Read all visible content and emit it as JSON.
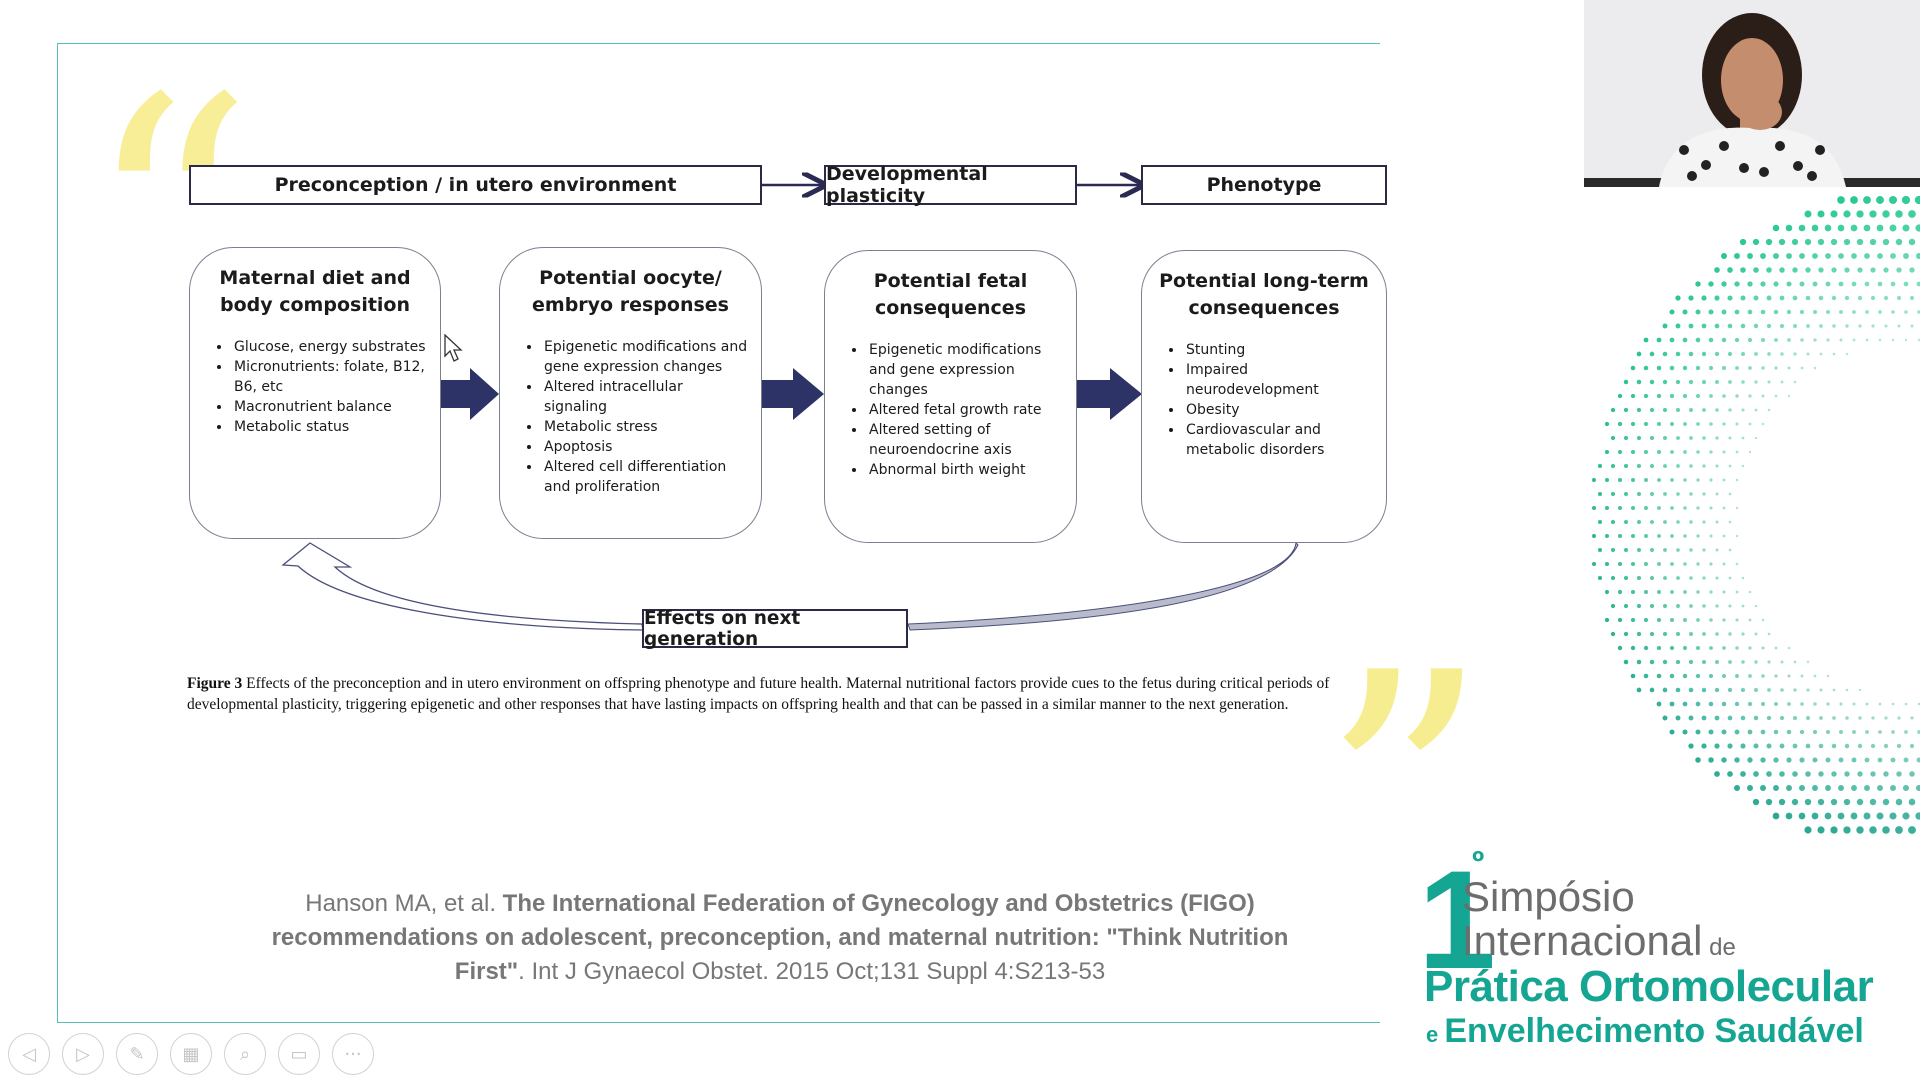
{
  "diagram": {
    "headers": {
      "preconception": "Preconception / in utero environment",
      "plasticity": "Developmental plasticity",
      "phenotype": "Phenotype"
    },
    "panels": [
      {
        "title_line1": "Maternal diet and",
        "title_line2": "body composition",
        "items": [
          "Glucose, energy substrates",
          "Micronutrients: folate, B12, B6, etc",
          "Macronutrient balance",
          "Metabolic status"
        ]
      },
      {
        "title_line1": "Potential oocyte/",
        "title_line2": "embryo responses",
        "items": [
          "Epigenetic modifications and gene expression changes",
          "Altered intracellular signaling",
          "Metabolic stress",
          "Apoptosis",
          "Altered cell differentiation and proliferation"
        ]
      },
      {
        "title_line1": "Potential fetal",
        "title_line2": "consequences",
        "items": [
          "Epigenetic modifications and gene expression changes",
          "Altered fetal growth rate",
          "Altered setting of neuroendocrine axis",
          "Abnormal birth weight"
        ]
      },
      {
        "title_line1": "Potential long-term",
        "title_line2": "consequences",
        "items": [
          "Stunting",
          "Impaired neurodevelopment",
          "Obesity",
          "Cardiovascular and metabolic disorders"
        ]
      }
    ],
    "next_generation": "Effects on next generation"
  },
  "caption": {
    "label": "Figure 3",
    "text": " Effects of the preconception and in utero environment on offspring phenotype and future health. Maternal nutritional factors provide cues to the fetus during critical periods of developmental plasticity, triggering epigenetic and other responses that have lasting impacts on offspring health and that can be passed in a similar manner to the next generation."
  },
  "citation": {
    "authors": "Hanson MA, et al. ",
    "title": "The International Federation of Gynecology and Obstetrics (FIGO) recommendations on adolescent, preconception, and maternal nutrition: \"Think Nutrition First\"",
    "source": ". Int J Gynaecol Obstet. 2015 Oct;131 Suppl 4:S213-53"
  },
  "brand": {
    "number": "1",
    "ordinal": "o",
    "line1": "Simpósio",
    "line2": "Internacional",
    "line2_suffix": " de",
    "line3": "Prática Ortomolecular",
    "line4_prefix": "e ",
    "line4": "Envelhecimento Saudável",
    "accent_color": "#15a593"
  },
  "toolbar": {
    "buttons": [
      {
        "name": "previous-slide-button",
        "icon": "◁"
      },
      {
        "name": "next-slide-button",
        "icon": "▷"
      },
      {
        "name": "pen-tool-button",
        "icon": "✎"
      },
      {
        "name": "slide-overview-button",
        "icon": "▦"
      },
      {
        "name": "zoom-button",
        "icon": "⌕"
      },
      {
        "name": "subtitles-button",
        "icon": "▭"
      },
      {
        "name": "more-options-button",
        "icon": "···"
      }
    ]
  }
}
